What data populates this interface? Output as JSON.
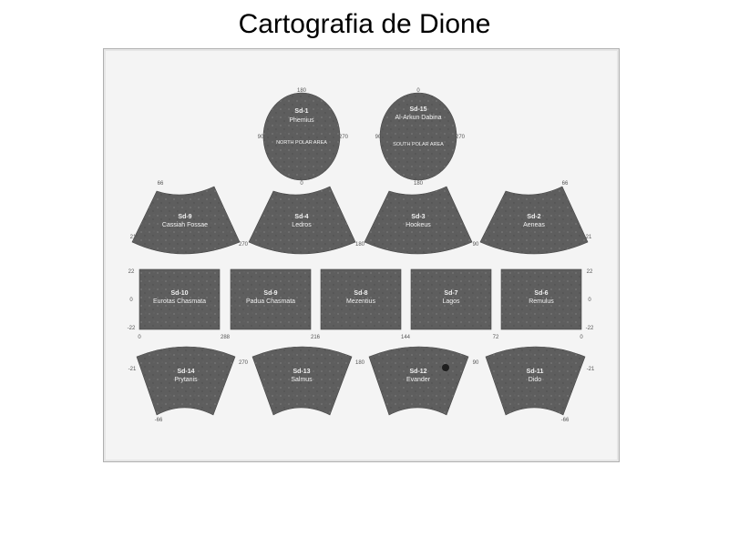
{
  "title": "Cartografia de Dione",
  "colors": {
    "tile": "#5e5e5e",
    "tile_dark": "#4a4a4a",
    "tick": "#555555",
    "frame_bg": "#f4f4f4"
  },
  "polar": [
    {
      "code": "Sd-1",
      "name": "Phemius",
      "note": "NORTH POLAR AREA",
      "ticks": [
        "180",
        "90",
        "270",
        "0"
      ]
    },
    {
      "code": "Sd-15",
      "name": "Al-Arkun Dabina",
      "note": "SOUTH POLAR AREA",
      "ticks": [
        "0",
        "90",
        "270",
        "180"
      ]
    }
  ],
  "upper_fans": [
    {
      "code": "Sd-9",
      "name": "Cassiah Fossae"
    },
    {
      "code": "Sd-4",
      "name": "Ledros"
    },
    {
      "code": "Sd-3",
      "name": "Hookeus"
    },
    {
      "code": "Sd-2",
      "name": "Aeneas"
    }
  ],
  "upper_ticks": [
    "66",
    "270",
    "180",
    "90",
    "21",
    "21",
    "66"
  ],
  "equatorial": [
    {
      "code": "Sd-10",
      "name": "Eurotas Chasmata"
    },
    {
      "code": "Sd-9",
      "name": "Padua Chasmata"
    },
    {
      "code": "Sd-8",
      "name": "Mezentius"
    },
    {
      "code": "Sd-7",
      "name": "Lagos"
    },
    {
      "code": "Sd-6",
      "name": "Remulus"
    }
  ],
  "equatorial_ticks": {
    "lat": [
      "22",
      "0",
      "-22"
    ],
    "lon": [
      "0",
      "288",
      "216",
      "144",
      "72"
    ]
  },
  "lower_fans": [
    {
      "code": "Sd-14",
      "name": "Prytanis"
    },
    {
      "code": "Sd-13",
      "name": "Salmus"
    },
    {
      "code": "Sd-12",
      "name": "Evander"
    },
    {
      "code": "Sd-11",
      "name": "Dido"
    }
  ],
  "lower_ticks": [
    "-21",
    "270",
    "180",
    "90",
    "-21",
    "-66",
    "-66"
  ]
}
